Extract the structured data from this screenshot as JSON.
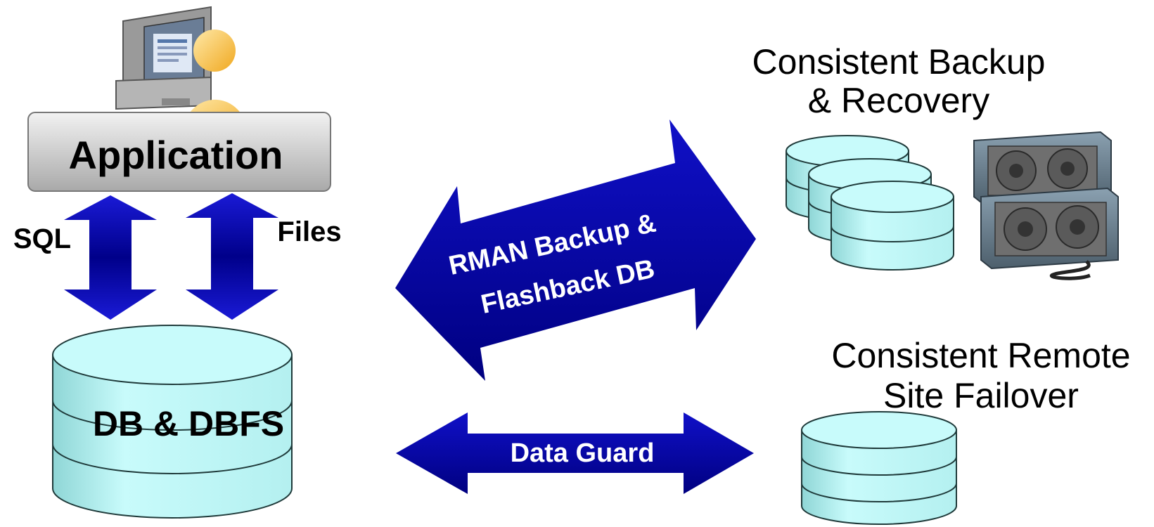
{
  "labels": {
    "application": "Application",
    "sql": "SQL",
    "files": "Files",
    "db": "DB & DBFS",
    "rman_line1": "RMAN Backup &",
    "rman_line2": "Flashback DB",
    "data_guard": "Data Guard",
    "backup_line1": "Consistent Backup",
    "backup_line2": "& Recovery",
    "failover_line1": "Consistent Remote",
    "failover_line2": "Site Failover"
  },
  "colors": {
    "arrow_dark": "#00007a",
    "arrow_light": "#1a1ad6",
    "cylinder_fill": "#c8fbfb",
    "cylinder_side": "#9ee6e6",
    "cylinder_stroke": "#1f3a3a",
    "app_box": "#c9c9c9",
    "text": "#000000",
    "arrow_text": "#ffffff"
  },
  "icons": [
    "user-at-computer-icon",
    "tape-drive-icon"
  ]
}
